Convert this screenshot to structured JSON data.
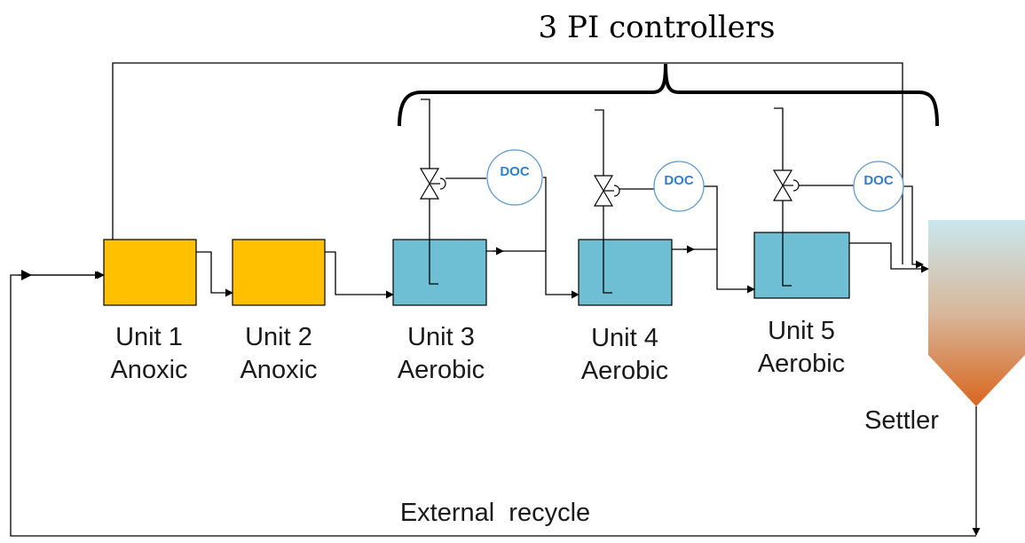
{
  "diagram": {
    "title": "3 PI controllers",
    "controller_label": "DOC",
    "settler_label": "Settler",
    "recycle_label": "External  recycle",
    "units": [
      {
        "line1": "Unit 1",
        "line2": "Anoxic",
        "type": "anoxic"
      },
      {
        "line1": "Unit 2",
        "line2": "Anoxic",
        "type": "anoxic"
      },
      {
        "line1": "Unit 3",
        "line2": "Aerobic",
        "type": "aerobic"
      },
      {
        "line1": "Unit 4",
        "line2": "Aerobic",
        "type": "aerobic"
      },
      {
        "line1": "Unit 5",
        "line2": "Aerobic",
        "type": "aerobic"
      }
    ],
    "colors": {
      "anoxic": "#FFC000",
      "aerobic": "#6EBFD4",
      "settler_top": "#C9E7EE",
      "settler_bottom": "#D9651E",
      "controller_ring": "#5B9BD5",
      "controller_text": "#2F7FD0"
    }
  }
}
